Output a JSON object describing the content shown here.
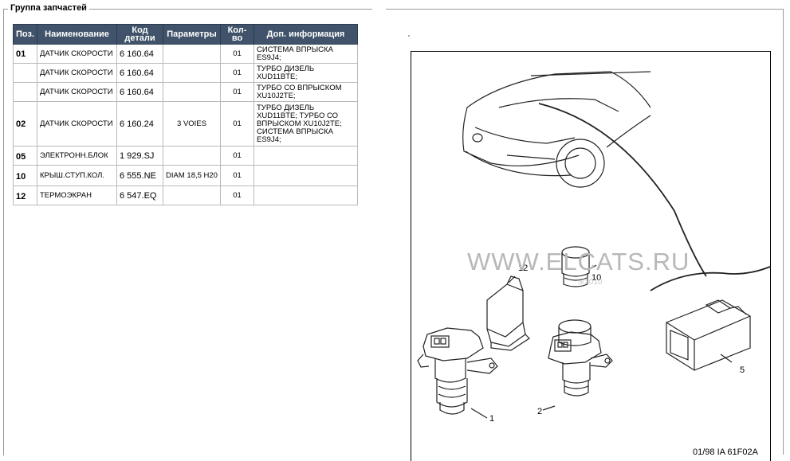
{
  "group_title": "Группа запчастей",
  "table": {
    "headers": {
      "pos": "Поз.",
      "name": "Наименование",
      "code": "Код детали",
      "params": "Параметры",
      "qty": "Кол-во",
      "info": "Доп. информация"
    },
    "rows": [
      {
        "pos": "01",
        "name": "ДАТЧИК СКОРОСТИ",
        "code": "6 160.64",
        "params": "",
        "qty": "01",
        "info": "СИСТЕМА ВПРЫСКА ES9J4;"
      },
      {
        "pos": "",
        "name": "ДАТЧИК СКОРОСТИ",
        "code": "6 160.64",
        "params": "",
        "qty": "01",
        "info": "ТУРБО ДИЗЕЛЬ XUD11BTE;"
      },
      {
        "pos": "",
        "name": "ДАТЧИК СКОРОСТИ",
        "code": "6 160.64",
        "params": "",
        "qty": "01",
        "info": "ТУРБО СО ВПРЫСКОМ XU10J2TE;"
      },
      {
        "pos": "02",
        "name": "ДАТЧИК СКОРОСТИ",
        "code": "6 160.24",
        "params": "3 VOIES",
        "qty": "01",
        "info": "ТУРБО ДИЗЕЛЬ XUD11BTE; ТУРБО СО ВПРЫСКОМ XU10J2TE; СИСТЕМА ВПРЫСКА ES9J4;"
      },
      {
        "pos": "05",
        "name": "ЭЛЕКТРОНН.БЛОК",
        "code": "1 929.SJ",
        "params": "",
        "qty": "01",
        "info": ""
      },
      {
        "pos": "10",
        "name": "КРЫШ.СТУП.КОЛ.",
        "code": "6 555.NE",
        "params": "DIAM 18,5 H20",
        "qty": "01",
        "info": ""
      },
      {
        "pos": "12",
        "name": "ТЕРМОЭКРАН",
        "code": "6 547.EQ",
        "params": "",
        "qty": "01",
        "info": ""
      }
    ]
  },
  "diagram": {
    "watermark": "WWW.ELCATS.RU",
    "watermark_date": "5/2010",
    "footer": "01/98   IA 61F02A",
    "callouts": {
      "c1": "1",
      "c2": "2",
      "c5": "5",
      "c10": "10",
      "c12": "12"
    }
  }
}
